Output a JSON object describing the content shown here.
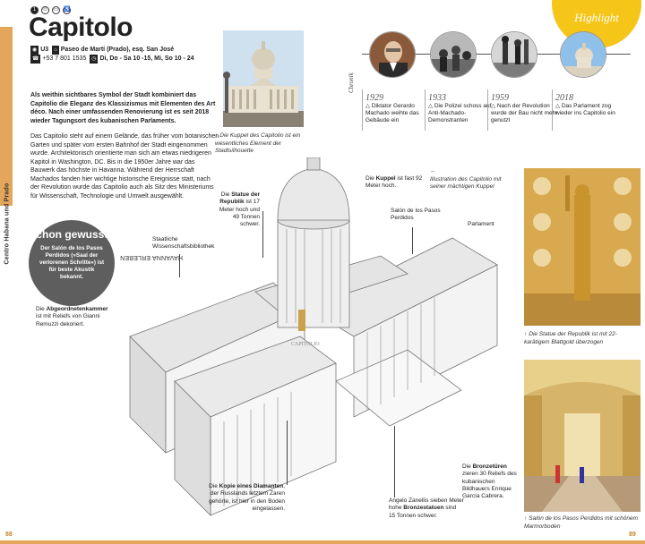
{
  "side_label": {
    "prefix": "HAVANNA ERLEBEN",
    "bold": "Centro Habana und Prado"
  },
  "icons": [
    "1",
    "family-icon",
    "card-icon",
    "accessible-icon"
  ],
  "title": "Capitolo",
  "info": {
    "grid": "U3",
    "address": "Paseo de Martí (Prado), esq. San José",
    "phone": "+53 7 801 1535",
    "hours": "Di, Do - Sa 10 -15, Mi, So 10 - 24"
  },
  "intro": "Als weithin sichtbares Symbol der Stadt kombiniert das Capitolio die Eleganz des Klassizismus mit Elementen des Art déco. Nach einer umfassenden Renovierung ist es seit 2018 wieder Tagungsort des kubanischen Parlaments.",
  "body": "Das Capitolio steht auf einem Gelände, das früher vom botanischen Garten und später vom ersten Bahnhof der Stadt eingenommen wurde. Architektonisch orientierte man sich am etwas niedrigeren Kapitol in Washington, DC. Bis in die 1950er Jahre war das Bauwerk das höchste in Havanna. Während der Herrschaft Machados fanden hier wichtige historische Ereignisse statt, nach der Revolution wurde das Capitolio auch als Sitz des Ministeriums für Wissenschaft, Technologie und Umwelt ausgewählt.",
  "photo_caption_top": "Die Kuppel des Capitolio ist ein wesentliches Element der Stadtsilhouette",
  "highlight": "Highlight",
  "chronik": "Chronik",
  "timeline": [
    {
      "year": "1929",
      "text": "Diktator Gerardo Machado weihte das Gebäude ein"
    },
    {
      "year": "1933",
      "text": "Die Polizei schoss auf Anti-Machado-Demonstranten"
    },
    {
      "year": "1959",
      "text": "Nach der Revolution wurde der Bau nicht mehr genutzt"
    },
    {
      "year": "2018",
      "text": "Das Parlament zog wieder ins Capitolio ein"
    }
  ],
  "illustration_caption": "Illustration des Capitolio mit seiner mächtigen Kuppel",
  "callouts": {
    "kuppel_bold": "Kuppel",
    "kuppel_pre": "Die ",
    "kuppel_post": " ist fast 92 Meter hoch.",
    "statue_pre": "Die ",
    "statue_bold": "Statue der Republik",
    "statue_post": " ist 17 Meter hoch und 49 Tonnen schwer.",
    "salon": "Salón de los Pasos Perdidos",
    "parlament": "Parlament",
    "bibliothek": "Staatliche Wissenschaftsbibliothek",
    "abgeordneten_pre": "Die ",
    "abgeordneten_bold": "Abgeordnetenkammer",
    "abgeordneten_post": " ist mit Reliefs von Gianni Remuzzi dekoriert.",
    "diamant_pre": "Die ",
    "diamant_bold": "Kopie eines Diamanten",
    "diamant_post": ", der Russlands letztem Zaren gehörte, ist hier in den Boden eingelassen.",
    "zanelli_pre": "Angelo Zanellis sieben Meter hohe ",
    "zanelli_bold": "Bronzestatuen",
    "zanelli_post": " sind 15 Tonnen schwer.",
    "bronze_pre": "Die ",
    "bronze_bold": "Bronzetüren",
    "bronze_post": " zieren 30 Reliefs des kubanischen Bildhauers Enrique García Cabrera."
  },
  "schon": {
    "heading": "Schon gewusst?",
    "text": "Der Salón de los Pasos Perdidos (»Saal der verlorenen Schritte«) ist für beste Akustik bekannt."
  },
  "caption_statue": "Die Statue der Republik ist mit 22-karätigem Blattgold überzogen",
  "caption_salon": "Salón de los Pasos Perdidos mit schönem Marmorboden",
  "page_left": "88",
  "page_right": "89",
  "colors": {
    "accent": "#e3a65a",
    "highlight": "#f5c518",
    "schon_bg": "#5e5e5e"
  }
}
